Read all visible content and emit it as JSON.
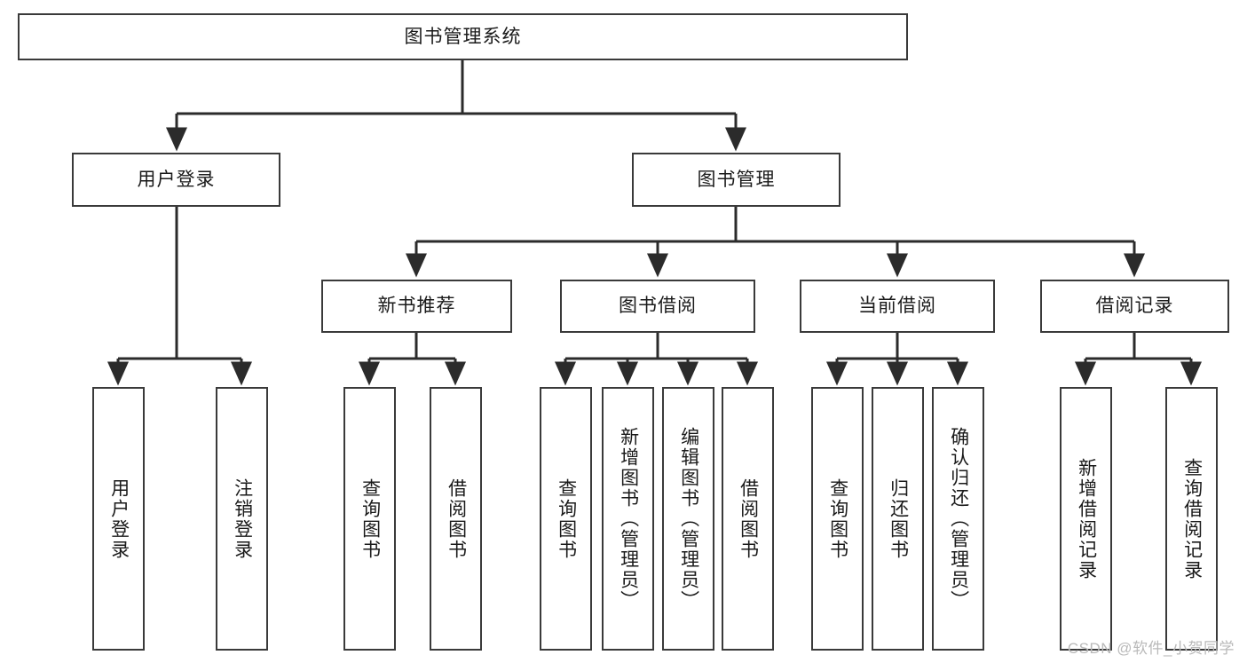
{
  "diagram": {
    "title": "图书管理系统",
    "root": {
      "id": "root",
      "label": "图书管理系统"
    },
    "level2": [
      {
        "id": "user-login",
        "label": "用户登录"
      },
      {
        "id": "book-management",
        "label": "图书管理"
      }
    ],
    "level3": [
      {
        "id": "new-book-recommend",
        "label": "新书推荐"
      },
      {
        "id": "book-borrow",
        "label": "图书借阅"
      },
      {
        "id": "current-borrow",
        "label": "当前借阅"
      },
      {
        "id": "borrow-record",
        "label": "借阅记录"
      }
    ],
    "leaves": [
      {
        "id": "leaf-user-login",
        "label": "用户登录"
      },
      {
        "id": "leaf-logout-login",
        "label": "注销登录"
      },
      {
        "id": "leaf-query-book-1",
        "label": "查询图书"
      },
      {
        "id": "leaf-borrow-book-1",
        "label": "借阅图书"
      },
      {
        "id": "leaf-query-book-2",
        "label": "查询图书"
      },
      {
        "id": "leaf-add-book-admin",
        "label": "新增图书（管理员）"
      },
      {
        "id": "leaf-edit-book-admin",
        "label": "编辑图书（管理员）"
      },
      {
        "id": "leaf-borrow-book-2",
        "label": "借阅图书"
      },
      {
        "id": "leaf-query-book-3",
        "label": "查询图书"
      },
      {
        "id": "leaf-return-book",
        "label": "归还图书"
      },
      {
        "id": "leaf-confirm-return-admin",
        "label": "确认归还（管理员）"
      },
      {
        "id": "leaf-add-borrow-record",
        "label": "新增借阅记录"
      },
      {
        "id": "leaf-query-borrow-record",
        "label": "查询借阅记录"
      }
    ],
    "colors": {
      "border": "#3a3a3a",
      "background": "#ffffff",
      "text": "#1a1a1a",
      "edge": "#2b2b2b",
      "watermark": "#b9b9b9"
    }
  },
  "watermark": {
    "text": "CSDN @软件_小贺同学"
  }
}
